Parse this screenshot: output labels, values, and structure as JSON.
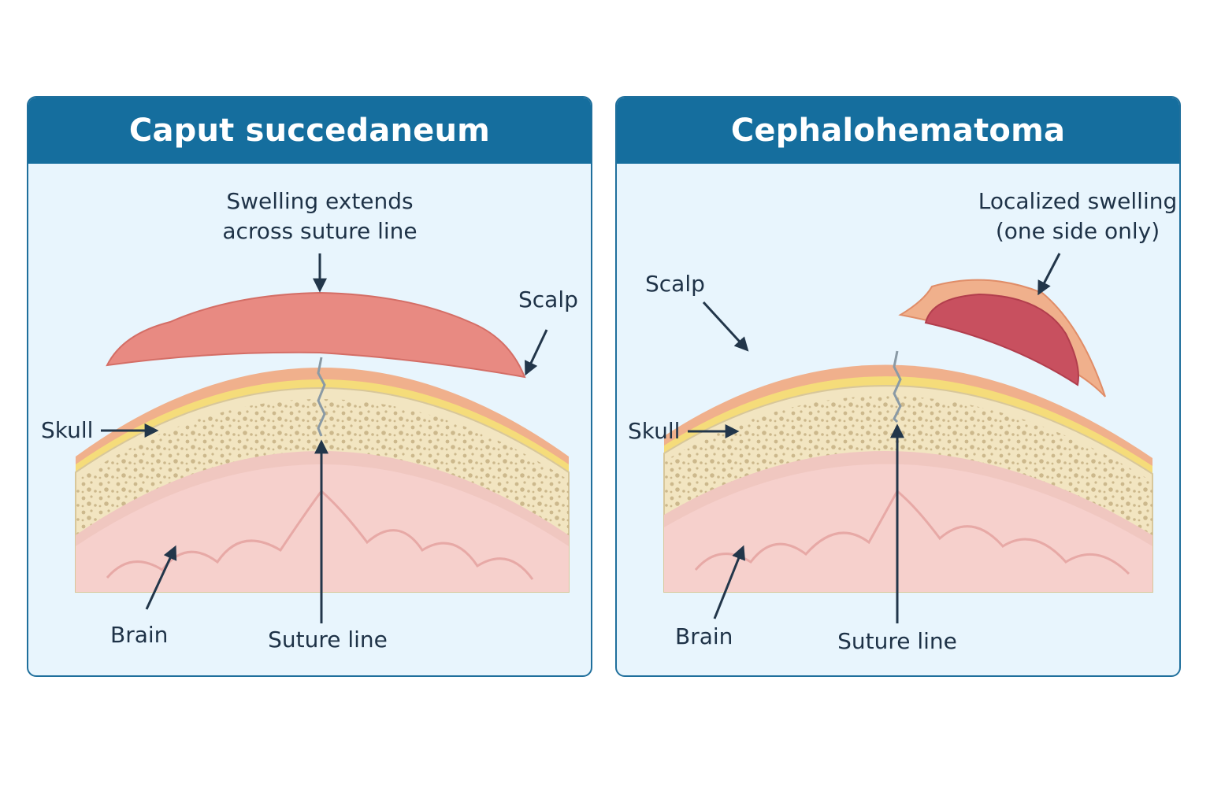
{
  "palette": {
    "header": "#156e9e",
    "panel_bg": "#e8f5fd",
    "scalp": "#f0b08c",
    "fat": "#f5dc7a",
    "bone": "#f2e5c1",
    "bone_pore": "#c8b386",
    "brain": "#f6d0cc",
    "caput_swelling": "#e88a82",
    "hematoma": "#c8505f",
    "label_text": "#1e3247",
    "arrow": "#22364a"
  },
  "left": {
    "title": "Caput succedaneum",
    "labels": {
      "swelling_line1": "Swelling extends",
      "swelling_line2": "across suture line",
      "scalp": "Scalp",
      "skull": "Skull",
      "brain": "Brain",
      "suture": "Suture line"
    }
  },
  "right": {
    "title": "Cephalohematoma",
    "labels": {
      "swelling_line1": "Localized swelling",
      "swelling_line2": "(one side only)",
      "scalp": "Scalp",
      "skull": "Skull",
      "brain": "Brain",
      "suture": "Suture line"
    }
  }
}
